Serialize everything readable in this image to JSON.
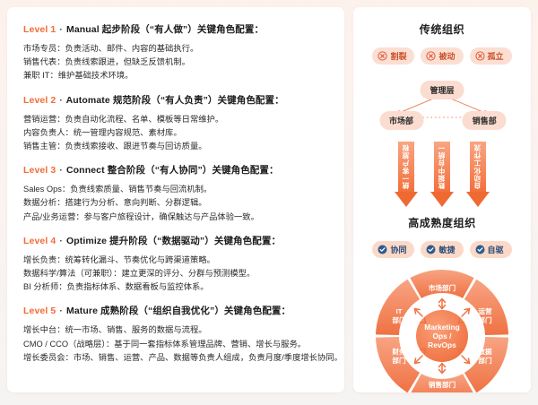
{
  "left_panel": {
    "levels": [
      {
        "label": "Level 1",
        "sep": "·",
        "name": "Manual 起步阶段（“有人做”）关键角色配置：",
        "lines": [
          "市场专员：负责活动、邮件、内容的基础执行。",
          "销售代表：负责线索跟进，但缺乏反馈机制。",
          "兼职 IT：维护基础技术环境。"
        ]
      },
      {
        "label": "Level 2",
        "sep": "·",
        "name": "Automate 规范阶段（“有人负责”）关键角色配置：",
        "lines": [
          "营销运营：负责自动化流程、名单、模板等日常维护。",
          "内容负责人：统一管理内容规范、素材库。",
          "销售主管：负责线索接收、跟进节奏与回访质量。"
        ]
      },
      {
        "label": "Level 3",
        "sep": "·",
        "name": "Connect 整合阶段（“有人协同”）关键角色配置：",
        "lines": [
          "Sales Ops：负责线索质量、销售节奏与回流机制。",
          "数据分析：搭建行为分析、意向判断、分群逻辑。",
          "产品/业务运营：参与客户旅程设计，确保触达与产品体验一致。"
        ]
      },
      {
        "label": "Level 4",
        "sep": "·",
        "name": "Optimize 提升阶段（“数据驱动”）关键角色配置：",
        "lines": [
          "增长负责：统筹转化漏斗、节奏优化与跨渠道策略。",
          "数据科学/算法（可兼职）：建立更深的评分、分群与预测模型。",
          "BI 分析师：负责指标体系、数据看板与监控体系。"
        ]
      },
      {
        "label": "Level 5",
        "sep": "·",
        "name": "Mature 成熟阶段（“组织自我优化”）关键角色配置：",
        "lines": [
          "增长中台：统一市场、销售、服务的数据与流程。",
          "CMO / CCO（战略层）：基于同一套指标体系管理品牌、营销、增长与服务。",
          "增长委员会：市场、销售、运营、产品、数据等负责人组成，负责月度/季度增长协同。"
        ]
      }
    ]
  },
  "right_panel": {
    "traditional": {
      "title": "传统组织",
      "badges": [
        {
          "label": "割裂",
          "icon": "cross-circle-icon"
        },
        {
          "label": "被动",
          "icon": "cross-circle-icon"
        },
        {
          "label": "孤立",
          "icon": "cross-circle-icon"
        }
      ],
      "tree": {
        "top": "管理层",
        "left": "市场部",
        "right": "销售部"
      }
    },
    "arrows": [
      {
        "text": "统一客户旅程"
      },
      {
        "text": "数据中台统一"
      },
      {
        "text": "自动化工作流"
      }
    ],
    "mature": {
      "title": "高成熟度组织",
      "badges": [
        {
          "label": "协同",
          "icon": "check-circle-icon"
        },
        {
          "label": "敏捷",
          "icon": "check-circle-icon"
        },
        {
          "label": "自驱",
          "icon": "check-circle-icon"
        }
      ],
      "ring": {
        "center": [
          "Marketing",
          "Ops /",
          "RevOps"
        ],
        "segments": [
          {
            "label": "市场部门",
            "position": "top"
          },
          {
            "label": "运营部门",
            "position": "upper-right"
          },
          {
            "label": "数据部门",
            "position": "lower-right"
          },
          {
            "label": "销售部门",
            "position": "bottom"
          },
          {
            "label": "财务部门",
            "position": "lower-left"
          },
          {
            "label": "IT部门",
            "position": "upper-left"
          }
        ]
      }
    }
  },
  "colors": {
    "accent": "#f26c38",
    "accent_light": "#fbdcd0",
    "badge_neg_bg": "#fbdfd3",
    "badge_pos_text": "#2e4f78",
    "card_bg": "#ffffff",
    "page_bg": "#fdf1ec"
  }
}
